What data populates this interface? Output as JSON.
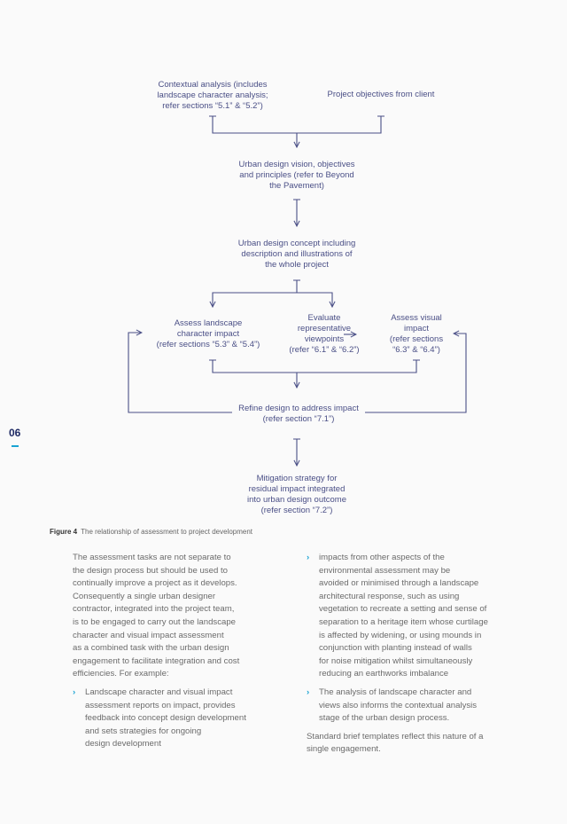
{
  "page": {
    "number": "06"
  },
  "flowchart": {
    "contextual": [
      "Contextual analysis (includes",
      "landscape character analysis;",
      "refer sections “5.1” & “5.2”)"
    ],
    "objectives": [
      "Project objectives from client"
    ],
    "vision": [
      "Urban design vision, objectives",
      "and principles (refer to Beyond",
      "the Pavement)"
    ],
    "concept": [
      "Urban design concept including",
      "description and illustrations of",
      "the whole project"
    ],
    "landscape": [
      "Assess landscape",
      "character impact",
      "(refer sections “5.3” & “5.4”)"
    ],
    "viewpoints": [
      "Evaluate",
      "representative",
      "viewpoints",
      "(refer “6.1” & “6.2”)"
    ],
    "visual": [
      "Assess visual",
      "impact",
      "(refer sections",
      "“6.3” & “6.4”)"
    ],
    "refine": [
      "Refine design to address impact",
      "(refer section “7.1”)"
    ],
    "mitigation": [
      "Mitigation strategy for",
      "residual impact integrated",
      "into urban design outcome",
      "(refer section “7.2”)"
    ]
  },
  "figure": {
    "label": "Figure 4",
    "caption": "The relationship of assessment to project development"
  },
  "body": {
    "left": {
      "paragraph": [
        "The assessment tasks are not separate to",
        "the design process but should be used to",
        "continually improve a project as it develops.",
        "Consequently a single urban designer",
        "contractor, integrated into the project team,",
        "is to be engaged to carry out the landscape",
        "character and visual impact assessment",
        "as a combined task with the urban design",
        "engagement to facilitate integration and cost",
        "efficiencies. For example:"
      ],
      "bullet": [
        "Landscape character and visual impact",
        "assessment reports on impact, provides",
        "feedback into concept design development",
        "and sets strategies for ongoing",
        "design development"
      ]
    },
    "right": {
      "bullet1": [
        "impacts from other aspects of the",
        "environmental assessment may be",
        "avoided or minimised through a landscape",
        "architectural response, such as using",
        "vegetation to recreate a setting and sense of",
        "separation to a heritage item whose curtilage",
        "is affected by widening, or using mounds in",
        "conjunction with planting instead of walls",
        "for noise mitigation whilst simultaneously",
        "reducing an earthworks imbalance"
      ],
      "bullet2": [
        "The analysis of landscape character and",
        "views also informs the contextual analysis",
        "stage of the urban design process."
      ],
      "paragraph": [
        "Standard brief templates reflect this nature of a",
        "single engagement."
      ]
    },
    "bullet_glyph": "›"
  }
}
